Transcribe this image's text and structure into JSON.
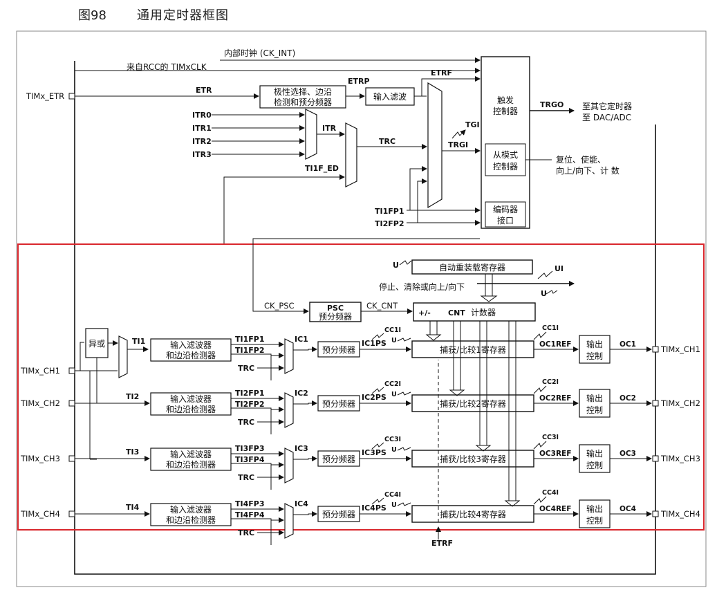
{
  "caption": {
    "figure_number": "图98",
    "title": "通用定时器框图"
  },
  "inputs": {
    "ck_int": "内部时钟 (CK_INT)",
    "timxclk": "来自RCC的 TIMxCLK",
    "etr_pin": "TIMx_ETR",
    "etr": "ETR",
    "etrp": "ETRP",
    "etrf": "ETRF",
    "itr0": "ITR0",
    "itr1": "ITR1",
    "itr2": "ITR2",
    "itr3": "ITR3",
    "itr": "ITR",
    "ti1f_ed": "TI1F_ED",
    "trc": "TRC",
    "tgi": "TGI",
    "trgi": "TRGI",
    "ti1fp1": "TI1FP1",
    "ti2fp2": "TI2FP2",
    "trgo": "TRGO"
  },
  "blocks": {
    "polarity_l1": "极性选择、边沿",
    "polarity_l2": "检测和预分频器",
    "input_filter": "输入滤波",
    "trigger_l1": "触发",
    "trigger_l2": "控制器",
    "slave_l1": "从模式",
    "slave_l2": "控制器",
    "encoder_l1": "编码器",
    "encoder_l2": "接口",
    "to_other_l1": "至其它定时器",
    "to_other_l2": "至 DAC/ADC",
    "reset_l1": "复位、使能、",
    "reset_l2": "向上/向下、计 数",
    "arr": "自动重装载寄存器",
    "stop_clear": "停止、清除或向上/向下",
    "psc_title": "PSC",
    "psc_sub": "预分频器",
    "ck_psc": "CK_PSC",
    "ck_cnt": "CK_CNT",
    "cnt_pm": "+/-",
    "cnt": "CNT",
    "cnt_sub": "计数器",
    "xor": "异或",
    "u": "U",
    "ui": "UI",
    "etrf_bottom": "ETRF"
  },
  "channels": [
    {
      "pin": "TIMx_CH1",
      "ti": "TI1",
      "filter_l1": "输入滤波器",
      "filter_l2": "和边沿检测器",
      "fp_a": "TI1FP1",
      "fp_b": "TI1FP2",
      "trc": "TRC",
      "ic": "IC1",
      "prescaler": "预分频器",
      "icps": "IC1PS",
      "cci": "CC1I",
      "ccr": "捕获/比较1寄存器",
      "cci_out": "CC1I",
      "ocref": "OC1REF",
      "out_l1": "输出",
      "out_l2": "控制",
      "oc": "OC1",
      "out_pin": "TIMx_CH1"
    },
    {
      "pin": "TIMx_CH2",
      "ti": "TI2",
      "filter_l1": "输入滤波器",
      "filter_l2": "和边沿检测器",
      "fp_a": "TI2FP1",
      "fp_b": "TI2FP2",
      "trc": "TRC",
      "ic": "IC2",
      "prescaler": "预分频器",
      "icps": "IC2PS",
      "cci": "CC2I",
      "ccr": "捕获/比较2寄存器",
      "cci_out": "CC2I",
      "ocref": "OC2REF",
      "out_l1": "输出",
      "out_l2": "控制",
      "oc": "OC2",
      "out_pin": "TIMx_CH2"
    },
    {
      "pin": "TIMx_CH3",
      "ti": "TI3",
      "filter_l1": "输入滤波器",
      "filter_l2": "和边沿检测器",
      "fp_a": "TI3FP3",
      "fp_b": "TI3FP4",
      "trc": "TRC",
      "ic": "IC3",
      "prescaler": "预分频器",
      "icps": "IC3PS",
      "cci": "CC3I",
      "ccr": "捕获/比较3寄存器",
      "cci_out": "CC3I",
      "ocref": "OC3REF",
      "out_l1": "输出",
      "out_l2": "控制",
      "oc": "OC3",
      "out_pin": "TIMx_CH3"
    },
    {
      "pin": "TIMx_CH4",
      "ti": "TI4",
      "filter_l1": "输入滤波器",
      "filter_l2": "和边沿检测器",
      "fp_a": "TI4FP3",
      "fp_b": "TI4FP4",
      "trc": "TRC",
      "ic": "IC4",
      "prescaler": "预分频器",
      "icps": "IC4PS",
      "cci": "CC4I",
      "ccr": "捕获/比较4寄存器",
      "cci_out": "CC4I",
      "ocref": "OC4REF",
      "out_l1": "输出",
      "out_l2": "控制",
      "oc": "OC4",
      "out_pin": "TIMx_CH4"
    }
  ],
  "colors": {
    "line": "#111111",
    "highlight": "#d9262c",
    "bg": "#ffffff"
  }
}
